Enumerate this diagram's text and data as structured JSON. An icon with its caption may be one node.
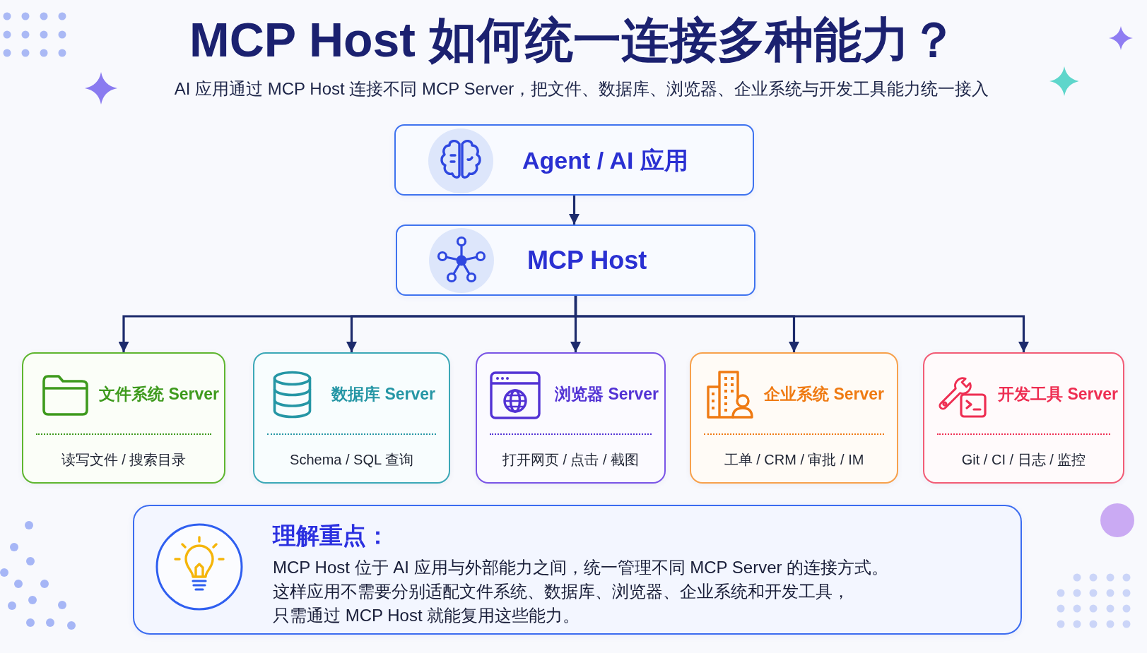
{
  "diagram": {
    "title": "MCP Host 如何统一连接多种能力？",
    "nodes": [
      {
        "text": [
          "Agent / AI 应用"
        ]
      },
      {
        "text": [
          "MCP Host"
        ]
      },
      {
        "text": [
          "文件系统 Server",
          "读写文件 / 搜索目录"
        ]
      },
      {
        "text": [
          "数据库 Server",
          "Schema / SQL 查询"
        ]
      },
      {
        "text": [
          "浏览器 Server",
          "打开网页 / 点击 / 截图"
        ]
      },
      {
        "text": [
          "企业系统 Server",
          "工单 / CRM / 审批 / IM"
        ]
      },
      {
        "text": [
          "开发工具 Server",
          "Git / CI / 日志 / 监控"
        ]
      },
      {
        "text": [
          "理解重点：",
          "MCP Host 位于 AI 应用与外部能力之间，统一管理不同 MCP Server 的连接方式。",
          "这样应用不需要分别适配文件系统、数据库、浏览器、企业系统和开发工具，只需通过 MCP Host 就能复用这些能力。"
        ]
      }
    ],
    "edges": [
      {
        "from": 0,
        "to": 1,
        "arrow": "to"
      },
      {
        "from": 1,
        "to": 2,
        "arrow": "to"
      },
      {
        "from": 1,
        "to": 3,
        "arrow": "to"
      },
      {
        "from": 1,
        "to": 4,
        "arrow": "to"
      },
      {
        "from": 1,
        "to": 5,
        "arrow": "to"
      },
      {
        "from": 1,
        "to": 6,
        "arrow": "to"
      }
    ],
    "labels": [
      "AI 应用通过 MCP Host 连接不同 MCP Server，把文件、数据库、浏览器、企业系统与开发工具能力统一接入"
    ]
  }
}
